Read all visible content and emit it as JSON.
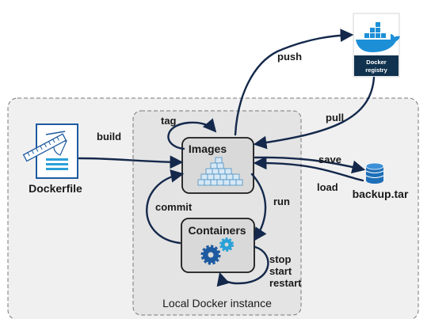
{
  "nodes": {
    "dockerfile": "Dockerfile",
    "images": "Images",
    "containers": "Containers",
    "registry_line1": "Docker",
    "registry_line2": "registry",
    "backup": "backup.tar"
  },
  "edges": {
    "build": "build",
    "tag": "tag",
    "push": "push",
    "pull": "pull",
    "save": "save",
    "load": "load",
    "run": "run",
    "commit": "commit",
    "stop": "stop",
    "start": "start",
    "restart": "restart"
  },
  "footer": "Local Docker instance",
  "colors": {
    "arrow": "#14284b",
    "node_fill": "#d9d9d9",
    "panel_fill": "#eeeeee",
    "registry_bg": "#10324f",
    "docker_blue": "#1d8fd6",
    "backup_blue": "#1e6fb8"
  }
}
